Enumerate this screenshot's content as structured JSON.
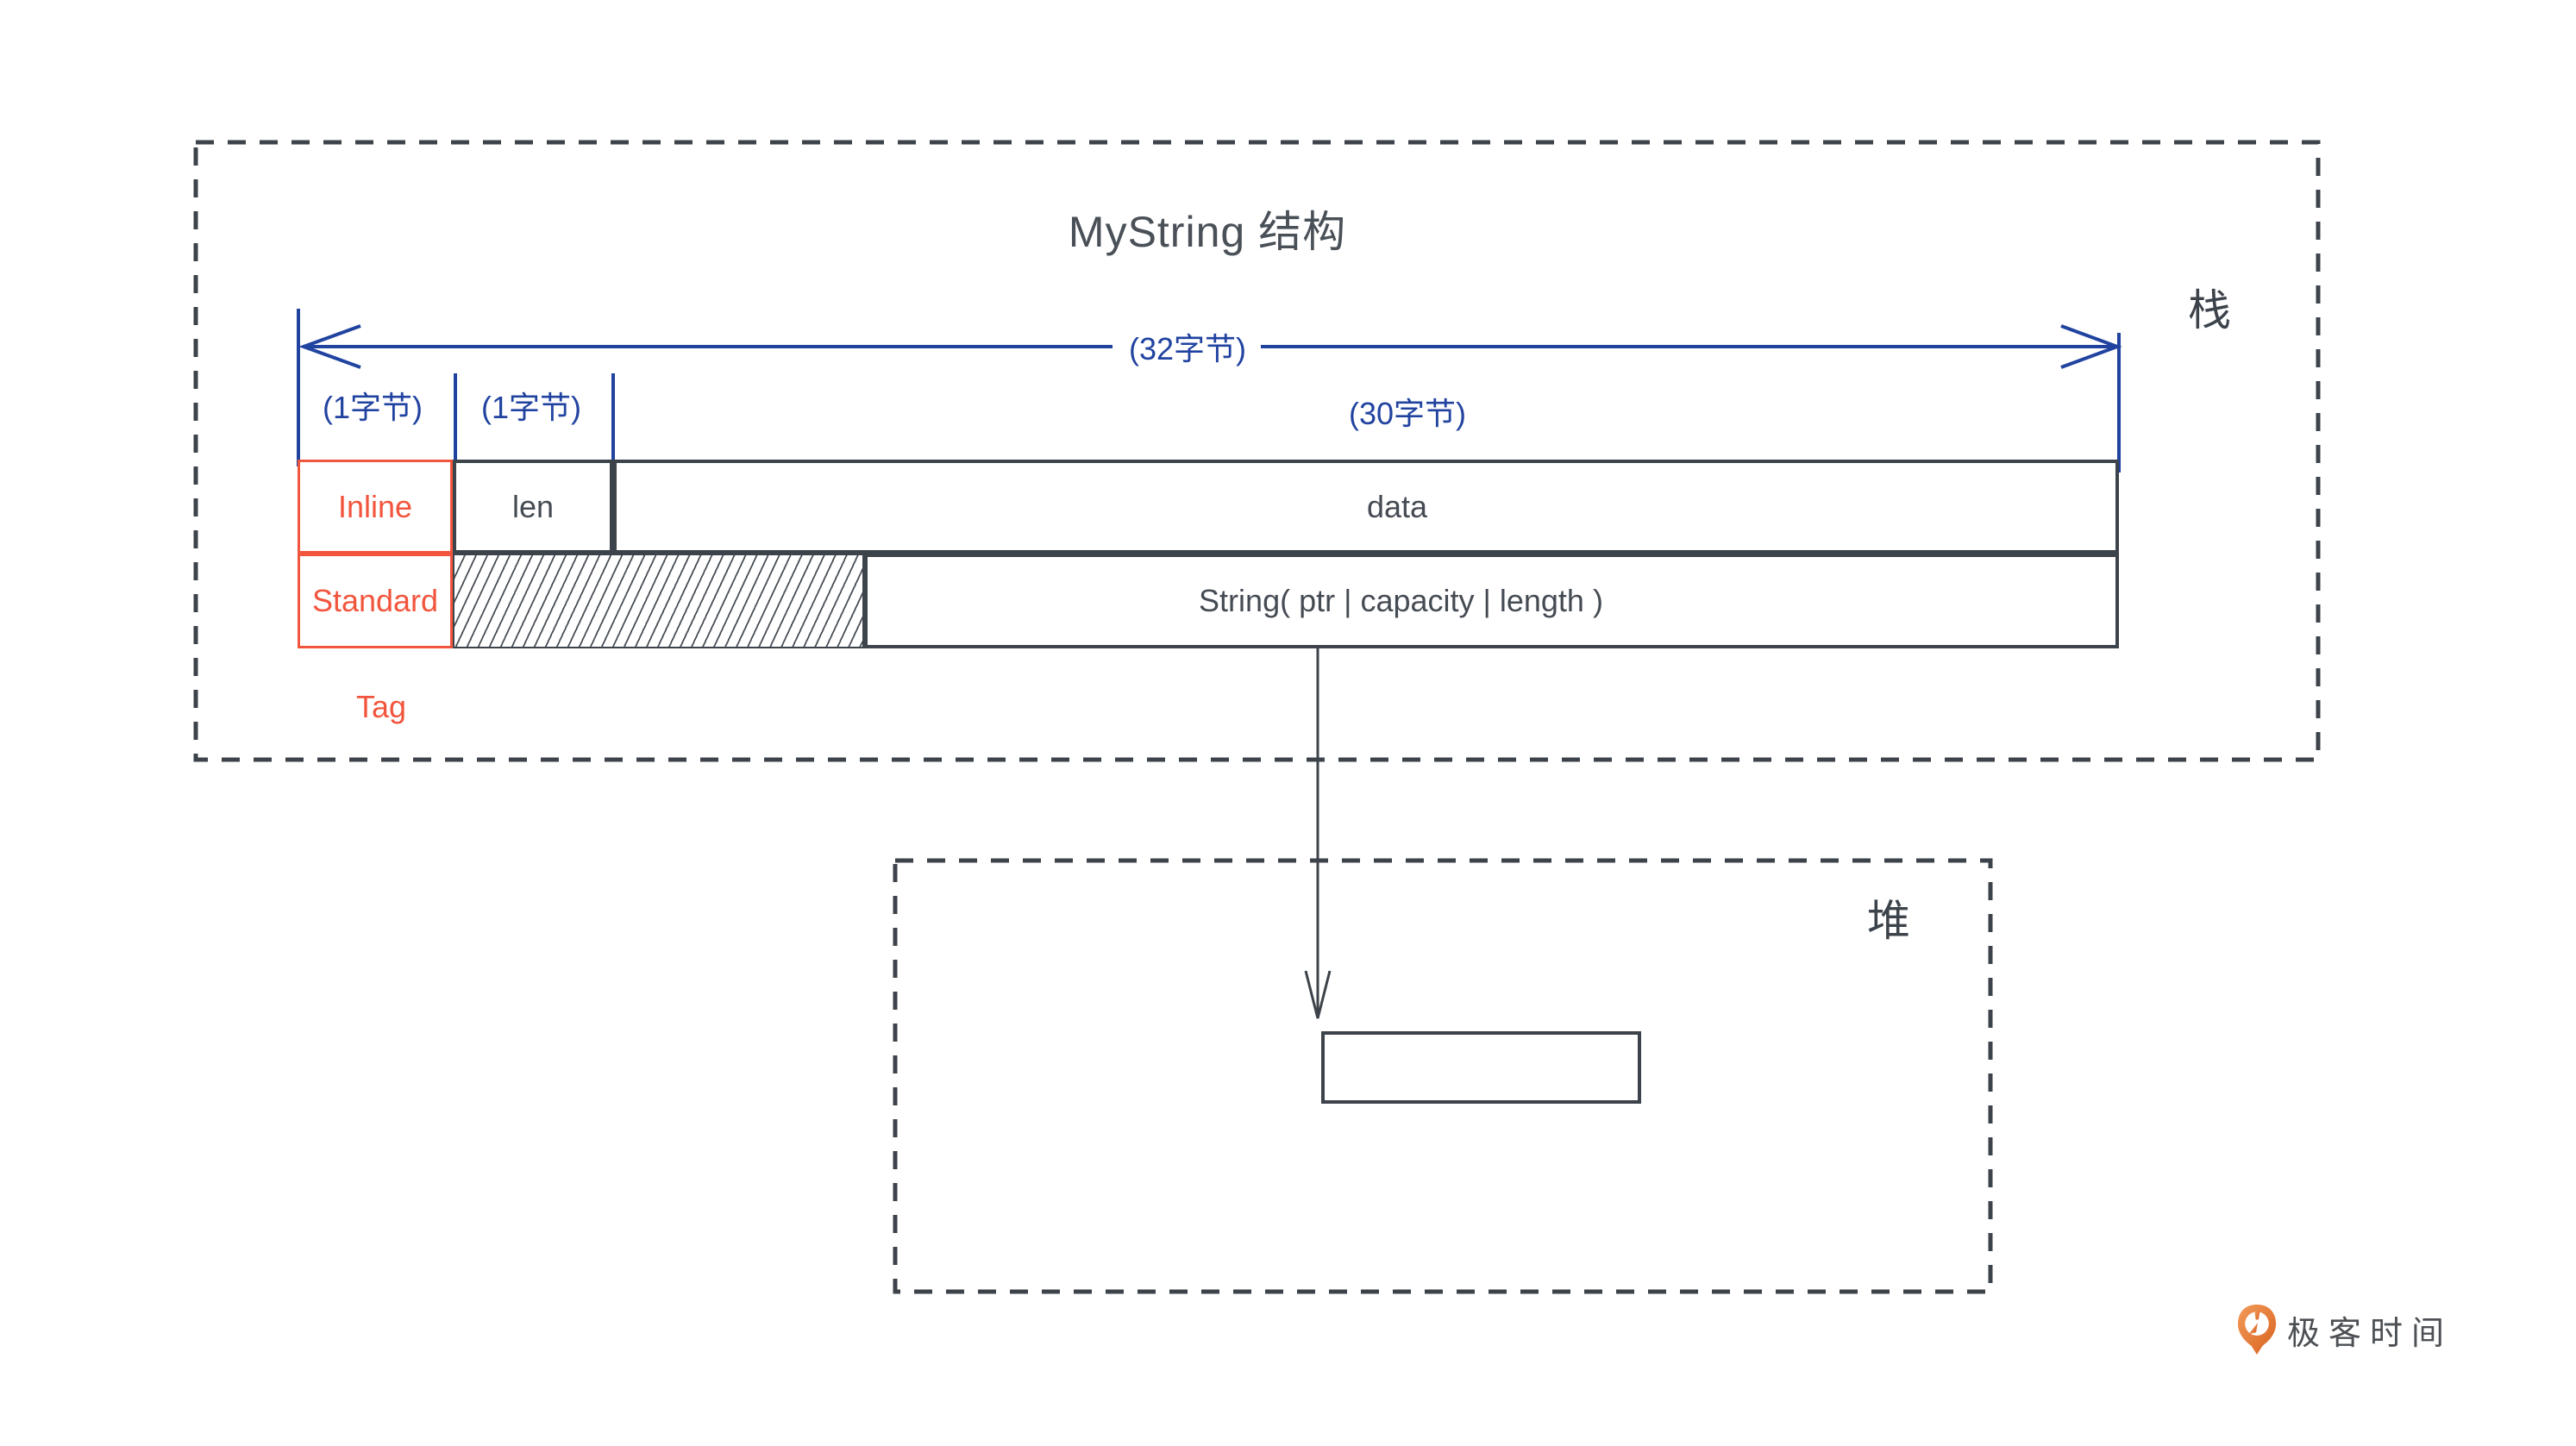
{
  "colors": {
    "line_dark": "#3d434a",
    "accent_red": "#f2553d",
    "accent_blue": "#2143a0",
    "text_dark": "#454b53",
    "logo_orange": "#e4762f",
    "logo_text_gray": "#4c5054"
  },
  "stack_region": {
    "title": "MyString 结构",
    "region_label": "栈",
    "total_width_label": "(32字节)",
    "tag_width_label": "(1字节)",
    "len_width_label": "(1字节)",
    "data_width_label": "(30字节)",
    "tag_column_label": "Tag",
    "rows": {
      "inline": {
        "tag": "Inline",
        "len": "len",
        "data": "data"
      },
      "standard": {
        "tag": "Standard",
        "payload": "String( ptr | capacity | length )"
      }
    }
  },
  "heap_region": {
    "region_label": "堆"
  },
  "branding": {
    "logo_text": "极客时间",
    "logo_icon": "geektime-pin-icon"
  }
}
